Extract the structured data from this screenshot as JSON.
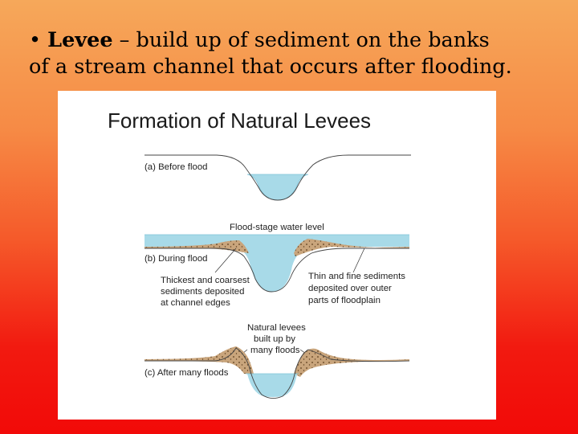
{
  "slide": {
    "bullet": "•",
    "term": "Levee",
    "definition_part1": " – build up of sediment on the banks",
    "definition_part2": "of a stream channel that occurs after flooding."
  },
  "diagram": {
    "title": "Formation of Natural Levees",
    "panel_a_label": "(a) Before flood",
    "panel_b_label": "(b) During flood",
    "flood_stage_label": "Flood-stage water level",
    "thick_sediment_note": [
      "Thickest and coarsest",
      "sediments deposited",
      "at channel edges"
    ],
    "thin_sediment_note": [
      "Thin and fine sediments",
      "deposited over outer",
      "parts of floodplain"
    ],
    "natural_levees_note": [
      "Natural levees",
      "built up by",
      "many floods"
    ],
    "panel_c_label": "(c) After many floods"
  },
  "colors": {
    "water": "#a8dae8",
    "water_edge": "#7ec3d9",
    "sediment": "#c9a57c",
    "sediment_dots": "#5b3b1c"
  }
}
